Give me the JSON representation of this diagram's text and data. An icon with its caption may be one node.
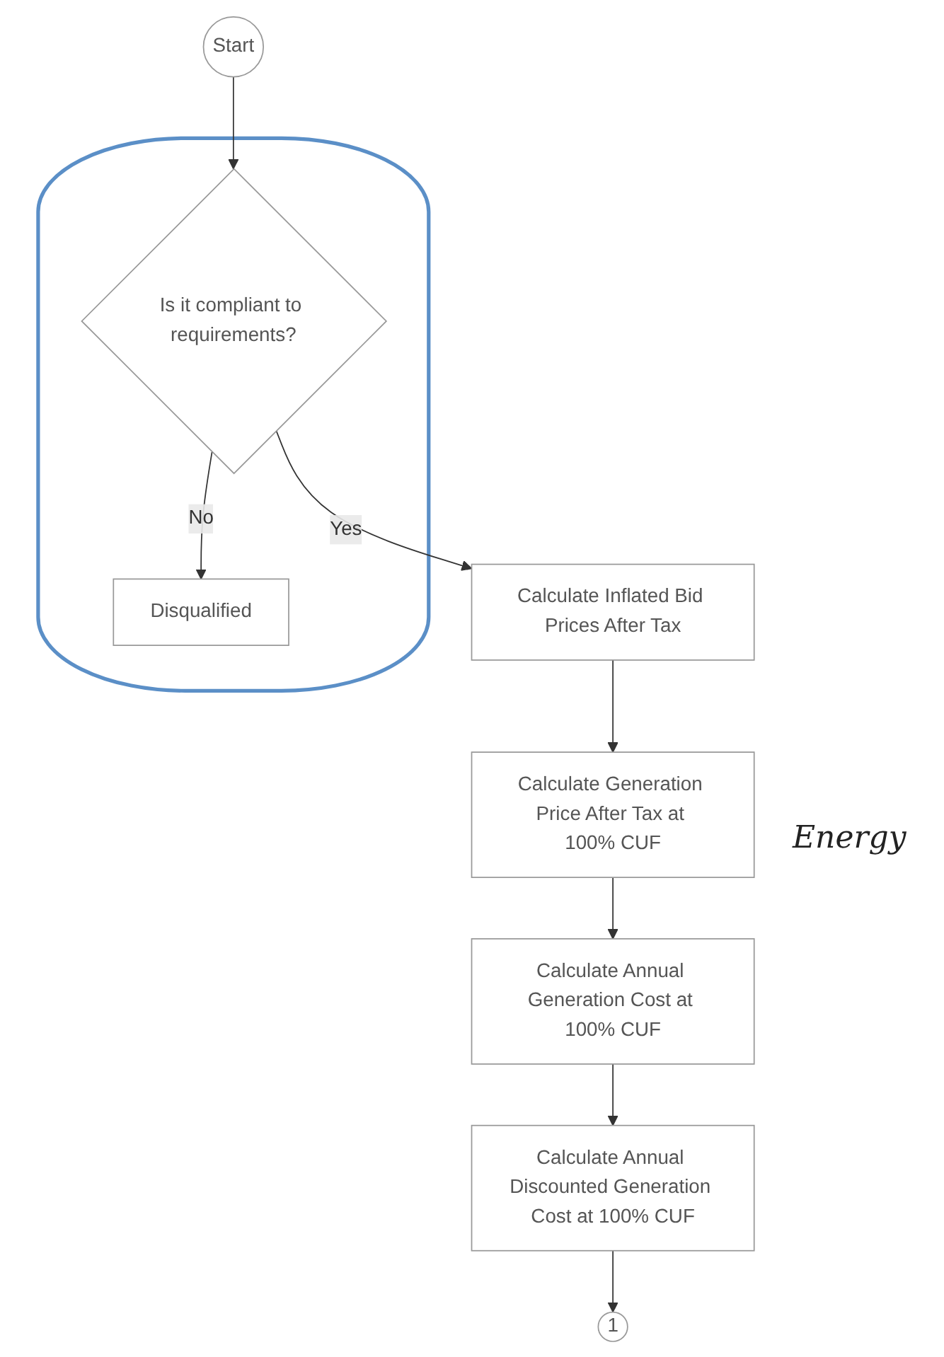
{
  "diagram": {
    "nodes": [
      {
        "text": [
          "Start"
        ]
      },
      {
        "text": [],
        "shape": "ellipse"
      },
      {
        "text": [
          "Is it compliant to requirements?"
        ],
        "in": 1
      },
      {
        "text": [
          "Disqualified"
        ],
        "in": 1
      },
      {
        "text": [
          "Calculate Inflated Bid Prices After Tax"
        ]
      },
      {
        "text": [
          "Calculate Generation Price After Tax at 100% CUF"
        ]
      },
      {
        "text": [
          "Calculate Annual Generation Cost at 100% CUF"
        ]
      },
      {
        "text": [
          "Calculate Annual Discounted Generation Cost at 100% CUF"
        ]
      },
      {
        "text": [
          "1"
        ]
      }
    ],
    "edges": [
      {
        "from": 0,
        "to": 2,
        "arrow": "to"
      },
      {
        "from": 2,
        "to": 3,
        "label": "No",
        "arrow": "to"
      },
      {
        "from": 2,
        "to": 4,
        "label": "Yes",
        "arrow": "to"
      },
      {
        "from": 4,
        "to": 5,
        "arrow": "to"
      },
      {
        "from": 5,
        "to": 6,
        "arrow": "to"
      },
      {
        "from": 6,
        "to": 7,
        "arrow": "to"
      },
      {
        "from": 7,
        "to": 8,
        "arrow": "to"
      }
    ],
    "labels": [
      "Energy"
    ]
  }
}
